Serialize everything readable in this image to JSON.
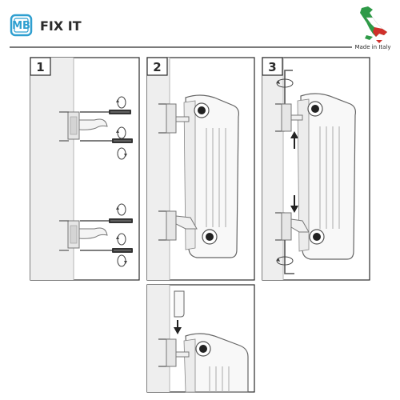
{
  "header": {
    "logo_text": "MB",
    "brand_text": "FIX IT",
    "made_in": "Made in Italy",
    "flag_colors": {
      "green": "#2e9a47",
      "white": "#ffffff",
      "red": "#d0302b"
    },
    "logo_color": "#2f9fd0"
  },
  "steps": [
    {
      "label": "1"
    },
    {
      "label": "2"
    },
    {
      "label": "3"
    }
  ],
  "icons": [
    "screwdriver-icon",
    "rotation-arrow-icon",
    "wall-bracket-icon",
    "radiator-icon",
    "allen-key-icon",
    "down-arrow-icon",
    "up-arrow-icon",
    "cover-cap-icon"
  ]
}
